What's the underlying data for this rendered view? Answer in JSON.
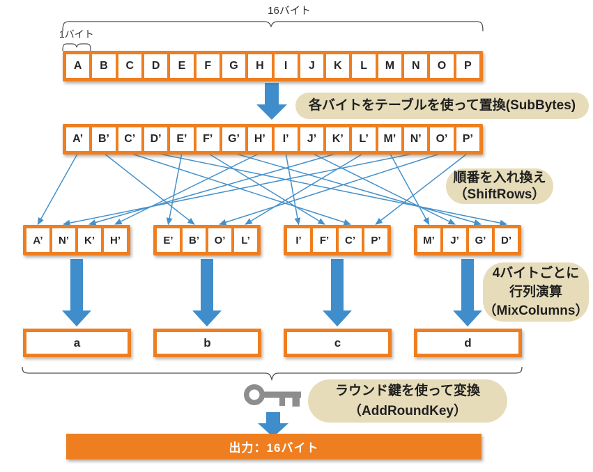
{
  "title_labels": {
    "total_bytes": "16バイト",
    "one_byte": "1バイト"
  },
  "row1": {
    "cells": [
      "A",
      "B",
      "C",
      "D",
      "E",
      "F",
      "G",
      "H",
      "I",
      "J",
      "K",
      "L",
      "M",
      "N",
      "O",
      "P"
    ]
  },
  "row2": {
    "cells": [
      "A’",
      "B’",
      "C’",
      "D’",
      "E’",
      "F’",
      "G’",
      "H’",
      "I’",
      "J’",
      "K’",
      "L’",
      "M’",
      "N’",
      "O’",
      "P’"
    ]
  },
  "groups": [
    [
      "A’",
      "N’",
      "K’",
      "H’"
    ],
    [
      "E’",
      "B’",
      "O’",
      "L’"
    ],
    [
      "I’",
      "F’",
      "C’",
      "P’"
    ],
    [
      "M’",
      "J’",
      "G’",
      "D’"
    ]
  ],
  "shift_map": [
    [
      0,
      0
    ],
    [
      1,
      1
    ],
    [
      2,
      2
    ],
    [
      3,
      3
    ],
    [
      1,
      0
    ],
    [
      2,
      1
    ],
    [
      3,
      2
    ],
    [
      0,
      3
    ],
    [
      2,
      0
    ],
    [
      3,
      1
    ],
    [
      0,
      2
    ],
    [
      1,
      3
    ],
    [
      3,
      0
    ],
    [
      0,
      1
    ],
    [
      1,
      2
    ],
    [
      2,
      3
    ]
  ],
  "output_boxes": [
    "a",
    "b",
    "c",
    "d"
  ],
  "steps": {
    "subbytes_label": "各バイトをテーブルを使って置換(SubBytes)",
    "shiftrows_line1": "順番を入れ換え",
    "shiftrows_line2": "（ShiftRows）",
    "mixcolumns_line1": "4バイトごとに",
    "mixcolumns_line2": "行列演算",
    "mixcolumns_line3": "（MixColumns）",
    "addroundkey_line1": "ラウンド鍵を使って変換",
    "addroundkey_line2": "（AddRoundKey）"
  },
  "output_bar": {
    "label": "出力：16バイト"
  },
  "icons": {
    "key": "key-icon"
  },
  "colors": {
    "orange": "#EE7E1F",
    "blue": "#4190CB",
    "beige": "#E6DCB9",
    "key_gray": "#8D8D8D",
    "bracket": "#4d4d4d"
  }
}
